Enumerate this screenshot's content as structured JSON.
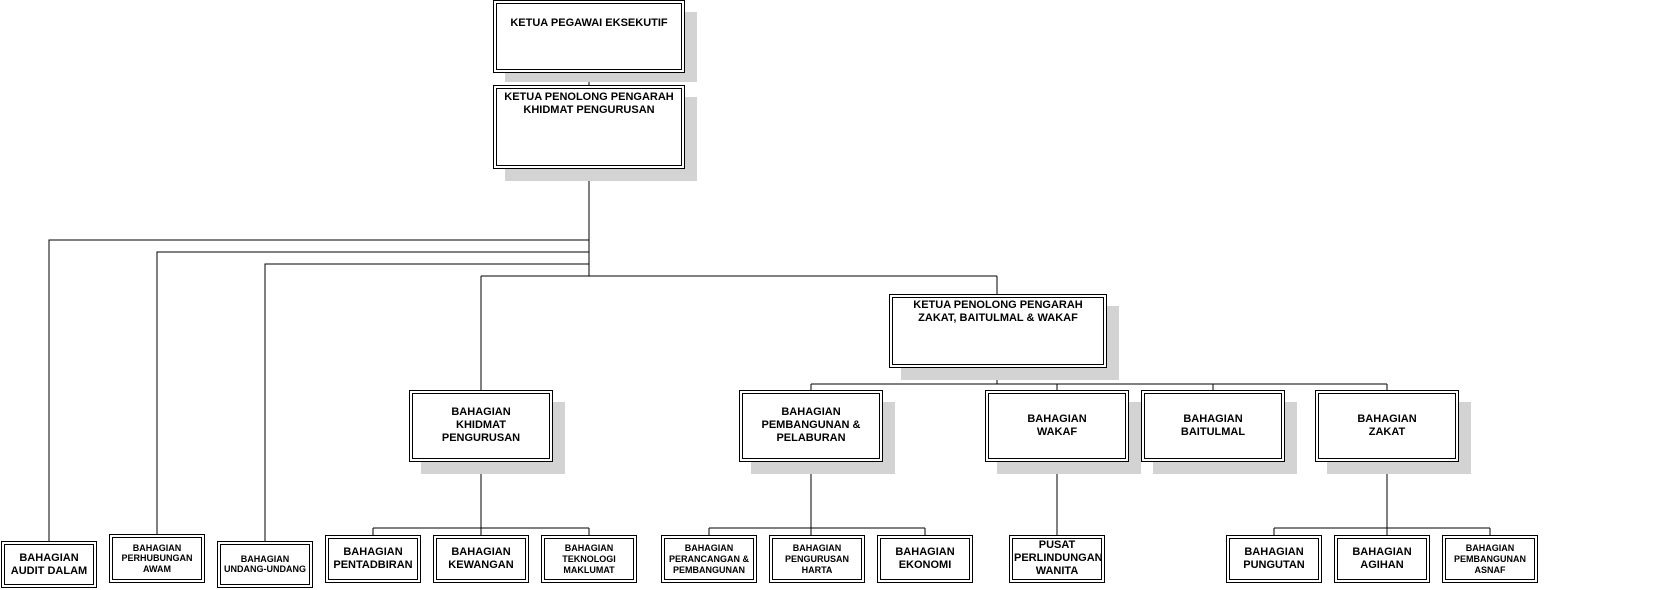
{
  "nodes": {
    "ceo": "KETUA PEGAWAI EKSEKUTIF",
    "ketua_penolong_khidmat": "KETUA PENOLONG PENGARAH\nKHIDMAT PENGURUSAN",
    "ketua_penolong_zakat": "KETUA PENOLONG PENGARAH\nZAKAT, BAITULMAL & WAKAF",
    "bahagian_khidmat_pengurusan": "BAHAGIAN\nKHIDMAT\nPENGURUSAN",
    "bahagian_pembangunan_pelaburan": "BAHAGIAN\nPEMBANGUNAN &\nPELABURAN",
    "bahagian_wakaf": "BAHAGIAN\nWAKAF",
    "bahagian_baitulmal": "BAHAGIAN\nBAITULMAL",
    "bahagian_zakat": "BAHAGIAN\nZAKAT",
    "bahagian_audit_dalam": "BAHAGIAN\nAUDIT DALAM",
    "bahagian_perhubungan_awam": "BAHAGIAN\nPERHUBUNGAN\nAWAM",
    "bahagian_undang_undang": "BAHAGIAN\nUNDANG-UNDANG",
    "bahagian_pentadbiran": "BAHAGIAN\nPENTADBIRAN",
    "bahagian_kewangan": "BAHAGIAN\nKEWANGAN",
    "bahagian_teknologi_maklumat": "BAHAGIAN\nTEKNOLOGI\nMAKLUMAT",
    "bahagian_perancangan_pembangunan": "BAHAGIAN\nPERANCANGAN &\nPEMBANGUNAN",
    "bahagian_pengurusan_harta": "BAHAGIAN\nPENGURUSAN\nHARTA",
    "bahagian_ekonomi": "BAHAGIAN\nEKONOMI",
    "pusat_perlindungan_wanita": "PUSAT\nPERLINDUNGAN\nWANITA",
    "bahagian_pungutan": "BAHAGIAN\nPUNGUTAN",
    "bahagian_agihan": "BAHAGIAN\nAGIHAN",
    "bahagian_pembangunan_asnaf": "BAHAGIAN\nPEMBANGUNAN\nASNAF"
  }
}
